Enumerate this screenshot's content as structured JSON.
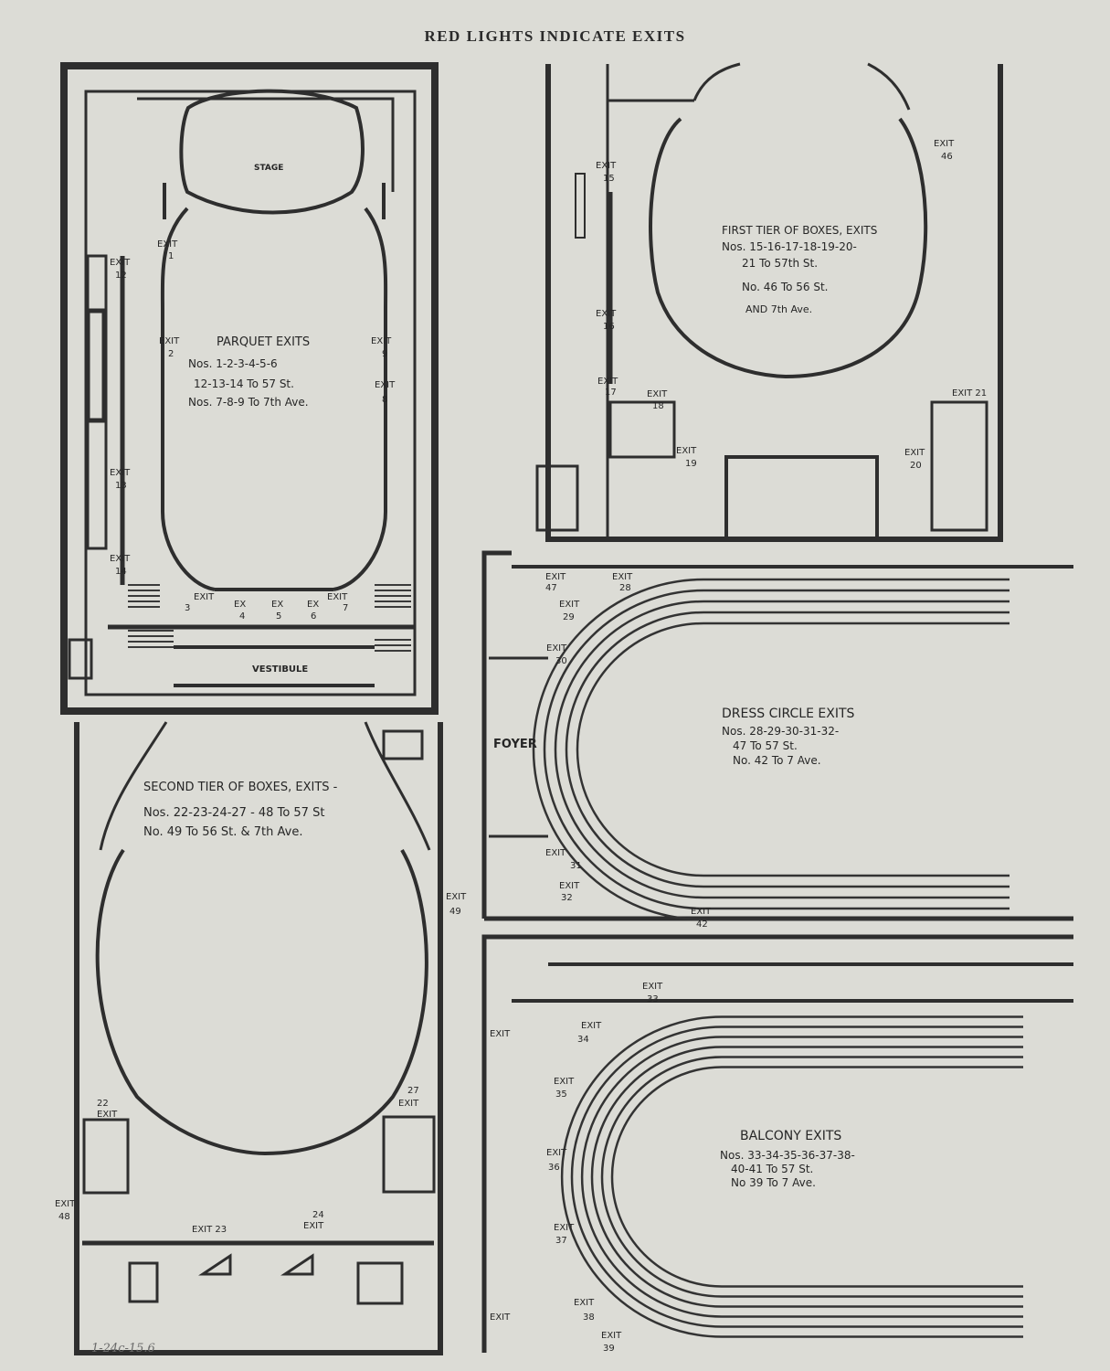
{
  "page": {
    "title": "RED LIGHTS INDICATE EXITS",
    "catalog_note": "1-24c-15.6"
  },
  "colors": {
    "paper": "#dcdcd6",
    "ink": "#2e2e2e"
  },
  "parquet": {
    "stage": "STAGE",
    "vestibule": "VESTIBULE",
    "heading": "PARQUET EXITS",
    "lines": [
      "Nos. 1-2-3-4-5-6",
      "12-13-14 To 57 St.",
      "Nos. 7-8-9 To 7th Ave."
    ],
    "exits": [
      {
        "id": "e1",
        "w": "EXIT",
        "n": "1"
      },
      {
        "id": "e2",
        "w": "EXIT",
        "n": "2"
      },
      {
        "id": "e3",
        "w": "EXIT",
        "n": "3"
      },
      {
        "id": "e4",
        "w": "EX",
        "n": "4"
      },
      {
        "id": "e5",
        "w": "EX",
        "n": "5"
      },
      {
        "id": "e6",
        "w": "EX",
        "n": "6"
      },
      {
        "id": "e7",
        "w": "EXIT",
        "n": "7"
      },
      {
        "id": "e8",
        "w": "EXIT",
        "n": "8"
      },
      {
        "id": "e9",
        "w": "EXIT",
        "n": "9"
      },
      {
        "id": "e12",
        "w": "EXIT",
        "n": "12"
      },
      {
        "id": "e13",
        "w": "EXIT",
        "n": "13"
      },
      {
        "id": "e14",
        "w": "EXIT",
        "n": "14"
      }
    ]
  },
  "first_tier": {
    "heading": "FIRST TIER OF BOXES, EXITS",
    "lines": [
      "Nos. 15-16-17-18-19-20-",
      "21 To 57th St.",
      "No. 46 To 56 St.",
      "AND 7th Ave."
    ],
    "exits": [
      {
        "id": "e15",
        "w": "EXIT",
        "n": "15"
      },
      {
        "id": "e16",
        "w": "EXIT",
        "n": "16"
      },
      {
        "id": "e17",
        "w": "EXIT",
        "n": "17"
      },
      {
        "id": "e18",
        "w": "EXIT",
        "n": "18"
      },
      {
        "id": "e19",
        "w": "EXIT",
        "n": "19"
      },
      {
        "id": "e20",
        "w": "EXIT",
        "n": "20"
      },
      {
        "id": "e21",
        "w": "EXIT 21",
        "n": ""
      },
      {
        "id": "e46",
        "w": "EXIT",
        "n": "46"
      }
    ]
  },
  "dress_circle": {
    "heading": "DRESS CIRCLE EXITS",
    "foyer": "FOYER",
    "lines": [
      "Nos. 28-29-30-31-32-",
      "47 To 57 St.",
      "No. 42 To 7 Ave."
    ],
    "exits": [
      {
        "id": "e47",
        "w": "EXIT",
        "n": "47"
      },
      {
        "id": "e28",
        "w": "EXIT",
        "n": "28"
      },
      {
        "id": "e29",
        "w": "EXIT",
        "n": "29"
      },
      {
        "id": "e30",
        "w": "EXIT",
        "n": "30"
      },
      {
        "id": "e31",
        "w": "EXIT",
        "n": "31"
      },
      {
        "id": "e32",
        "w": "EXIT",
        "n": "32"
      },
      {
        "id": "e42",
        "w": "EXIT",
        "n": "42"
      }
    ]
  },
  "second_tier": {
    "heading": "SECOND TIER OF BOXES, EXITS -",
    "lines": [
      "Nos. 22-23-24-27 - 48 To 57 St",
      "No. 49 To 56 St. & 7th Ave."
    ],
    "exits": [
      {
        "id": "e22",
        "w": "EXIT",
        "n": "22"
      },
      {
        "id": "e23",
        "w": "EXIT 23",
        "n": ""
      },
      {
        "id": "e24",
        "w": "EXIT",
        "n": "24"
      },
      {
        "id": "e27",
        "w": "EXIT",
        "n": "27"
      },
      {
        "id": "e48",
        "w": "EXIT",
        "n": "48"
      },
      {
        "id": "e49",
        "w": "EXIT",
        "n": "49"
      }
    ]
  },
  "balcony": {
    "heading": "BALCONY EXITS",
    "lines": [
      "Nos. 33-34-35-36-37-38-",
      "40-41 To 57 St.",
      "No 39 To 7 Ave."
    ],
    "exits": [
      {
        "id": "e33",
        "w": "EXIT",
        "n": "33"
      },
      {
        "id": "e34",
        "w": "EXIT",
        "n": "34"
      },
      {
        "id": "e35",
        "w": "EXIT",
        "n": "35"
      },
      {
        "id": "e36",
        "w": "EXIT",
        "n": "36"
      },
      {
        "id": "e37",
        "w": "EXIT",
        "n": "37"
      },
      {
        "id": "e38",
        "w": "EXIT",
        "n": "38"
      },
      {
        "id": "e39",
        "w": "EXIT",
        "n": "39"
      },
      {
        "id": "e40",
        "w": "EXIT",
        "n": ""
      },
      {
        "id": "e41",
        "w": "EXIT",
        "n": ""
      }
    ]
  }
}
